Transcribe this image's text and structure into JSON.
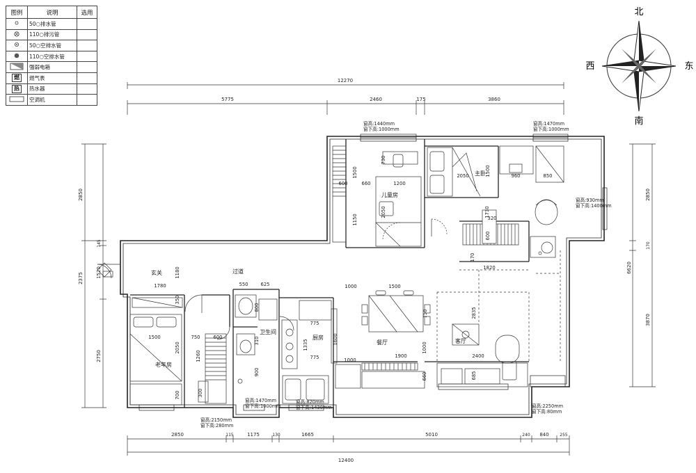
{
  "legend": {
    "headers": [
      "图例",
      "说明",
      "选用"
    ],
    "rows": [
      {
        "symbol": "circle-small",
        "label": "50○排水管"
      },
      {
        "symbol": "circle-cross",
        "label": "110○排污管"
      },
      {
        "symbol": "circle-dot",
        "label": "50○空排水管"
      },
      {
        "symbol": "circle-filled",
        "label": "110○空排水管"
      },
      {
        "symbol": "hatched-box",
        "label": "强弱电箱"
      },
      {
        "symbol": "char-gas",
        "label": "燃气表"
      },
      {
        "symbol": "char-heat",
        "label": "热水器"
      },
      {
        "symbol": "blank-box",
        "label": "空调机"
      }
    ],
    "glyphs": {
      "gas": "燃",
      "heat": "热"
    }
  },
  "compass": {
    "north": "北",
    "south": "南",
    "west": "西",
    "east": "东"
  },
  "top_dims": {
    "total": "12270",
    "segments": [
      "5775",
      "2460",
      "175",
      "3860"
    ]
  },
  "bottom_dims": {
    "total": "12400",
    "segments": [
      "2850",
      "115",
      "1175",
      "130",
      "1665",
      "5010",
      "240",
      "840",
      "255"
    ]
  },
  "left_dims": [
    "2850",
    "145",
    "1520",
    "2375",
    "2750"
  ],
  "right_dims": [
    "2850",
    "170",
    "6620",
    "3870"
  ],
  "rooms": {
    "child_room": "儿童房",
    "master_bedroom": "主卧",
    "entrance": "玄关",
    "corridor": "过道",
    "bathroom": "卫生间",
    "kitchen": "厨房",
    "dining": "餐厅",
    "living": "客厅",
    "old_room": "老年房"
  },
  "notes": {
    "window1_a": "窗高:1440mm",
    "window1_b": "窗下高:1000mm",
    "window2_a": "窗高:1470mm",
    "window2_b": "窗下高:1000mm",
    "window3_a": "窗高:930mm",
    "window3_b": "窗下高:1400mm",
    "window4_a": "窗高:1470mm",
    "window4_b": "窗下高:1000mm",
    "window5_a": "窗高:820mm",
    "window5_b": "窗下高:1430mm",
    "window6_a": "窗高:2150mm",
    "window6_b": "窗下高:280mm",
    "window7_a": "窗高:2250mm",
    "window7_b": "窗下高:80mm"
  },
  "inner_dims": {
    "d1500a": "1500",
    "d660": "660",
    "d1200": "1200",
    "d730": "730",
    "d600a": "600",
    "d1150": "1150",
    "d2050a": "2050",
    "d2050b": "2050",
    "d1500b": "1500",
    "d960": "960",
    "d850": "850",
    "d1730": "1730",
    "d320": "320",
    "d600b": "600",
    "d170": "170",
    "d1820": "1820",
    "d1780": "1780",
    "d1180": "1180",
    "d550": "550",
    "d625": "625",
    "d350": "350",
    "d800": "800",
    "d1500c": "1500",
    "d2050c": "2050",
    "d750a": "750",
    "d600c": "600",
    "d1260": "1260",
    "d700": "700",
    "d300": "300",
    "d310": "310",
    "d900": "900",
    "d775a": "775",
    "d1335": "1335",
    "d775b": "775",
    "d1000a": "1000",
    "d1500d": "1500",
    "d750b": "750",
    "d1600": "1600",
    "d1000b": "1000",
    "d1900": "1900",
    "d1000c": "1000",
    "d2835": "2835",
    "d2400": "2400",
    "d685": "685",
    "d660b": "660"
  }
}
